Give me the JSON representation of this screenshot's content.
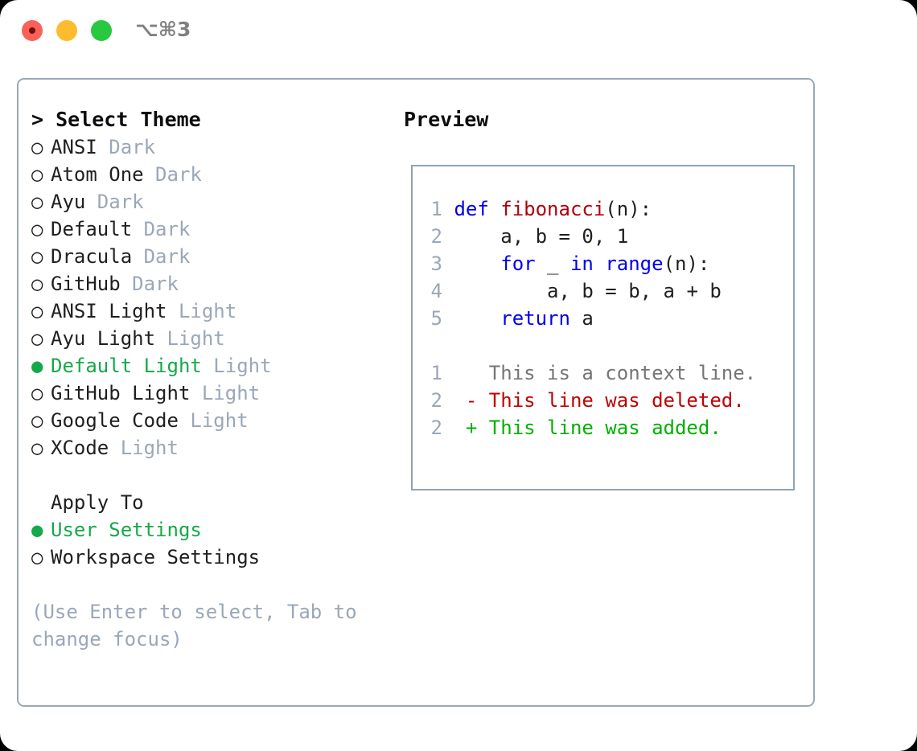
{
  "titlebar": {
    "lights": [
      {
        "name": "close",
        "color": "#fb6059"
      },
      {
        "name": "minimize",
        "color": "#fdbc2e"
      },
      {
        "name": "zoom",
        "color": "#26c940"
      }
    ],
    "shortcut": "⌥⌘3"
  },
  "theme_panel": {
    "header": "> Select Theme",
    "marker_selected": "●",
    "marker_unselected": "○",
    "items": [
      {
        "name": "ANSI",
        "variant": "Dark",
        "selected": false
      },
      {
        "name": "Atom One",
        "variant": "Dark",
        "selected": false
      },
      {
        "name": "Ayu",
        "variant": "Dark",
        "selected": false
      },
      {
        "name": "Default",
        "variant": "Dark",
        "selected": false
      },
      {
        "name": "Dracula",
        "variant": "Dark",
        "selected": false
      },
      {
        "name": "GitHub",
        "variant": "Dark",
        "selected": false
      },
      {
        "name": "ANSI Light",
        "variant": "Light",
        "selected": false
      },
      {
        "name": "Ayu Light",
        "variant": "Light",
        "selected": false
      },
      {
        "name": "Default Light",
        "variant": "Light",
        "selected": true
      },
      {
        "name": "GitHub Light",
        "variant": "Light",
        "selected": false
      },
      {
        "name": "Google Code",
        "variant": "Light",
        "selected": false
      },
      {
        "name": "XCode",
        "variant": "Light",
        "selected": false
      }
    ]
  },
  "apply_to": {
    "header": "Apply To",
    "items": [
      {
        "name": "User Settings",
        "selected": true
      },
      {
        "name": "Workspace Settings",
        "selected": false
      }
    ]
  },
  "hint": "(Use Enter to select, Tab to change focus)",
  "preview": {
    "title": "Preview",
    "code_lines": [
      {
        "no": "1",
        "tokens": [
          {
            "t": "def ",
            "c": "kw"
          },
          {
            "t": "fibonacci",
            "c": "fn"
          },
          {
            "t": "(n):",
            "c": "plain"
          }
        ]
      },
      {
        "no": "2",
        "tokens": [
          {
            "t": "    a, b = 0, 1",
            "c": "plain"
          }
        ]
      },
      {
        "no": "3",
        "tokens": [
          {
            "t": "    ",
            "c": "plain"
          },
          {
            "t": "for",
            "c": "kw"
          },
          {
            "t": " _ ",
            "c": "plain"
          },
          {
            "t": "in",
            "c": "kw"
          },
          {
            "t": " ",
            "c": "plain"
          },
          {
            "t": "range",
            "c": "kw"
          },
          {
            "t": "(n):",
            "c": "plain"
          }
        ]
      },
      {
        "no": "4",
        "tokens": [
          {
            "t": "        a, b = b, a + b",
            "c": "plain"
          }
        ]
      },
      {
        "no": "5",
        "tokens": [
          {
            "t": "    ",
            "c": "plain"
          },
          {
            "t": "return",
            "c": "kw"
          },
          {
            "t": " a",
            "c": "plain"
          }
        ]
      }
    ],
    "diff_lines": [
      {
        "no": "1",
        "sign": " ",
        "text": "This is a context line.",
        "kind": "ctx"
      },
      {
        "no": "2",
        "sign": "-",
        "text": "This line was deleted.",
        "kind": "del"
      },
      {
        "no": "2",
        "sign": "+",
        "text": "This line was added.",
        "kind": "add"
      }
    ]
  },
  "colors": {
    "accent_green": "#16a84a",
    "muted": "#9aa7b8",
    "border": "#9aa8b8",
    "preview_border": "#93a2b3",
    "keyword_blue": "#0000ee",
    "function_red": "#b00010",
    "diff_add": "#00b000",
    "diff_del": "#c00000",
    "diff_ctx": "#757575"
  }
}
